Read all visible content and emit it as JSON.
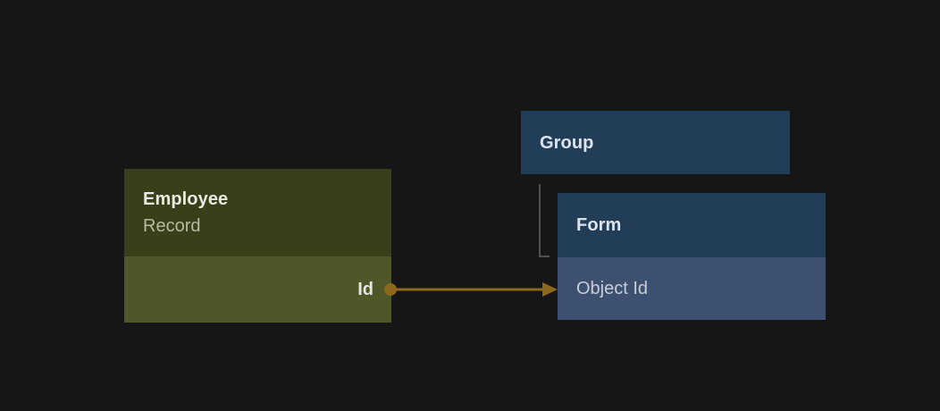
{
  "canvas": {
    "background": "#161617"
  },
  "diagram": {
    "nodes": [
      {
        "id": "employee-record",
        "title": "Employee",
        "subtitle": "Record",
        "fields": [
          {
            "label": "Id"
          }
        ],
        "colors": {
          "header": "#384019",
          "body": "#4d5728",
          "title": "#e9ebe2",
          "subtitle": "#b4bba2",
          "field": "#e5e7de"
        }
      },
      {
        "id": "group",
        "title": "Group",
        "colors": {
          "header": "#213d58",
          "title": "#dde3eb"
        }
      },
      {
        "id": "form",
        "title": "Form",
        "fields": [
          {
            "label": "Object Id"
          }
        ],
        "colors": {
          "header": "#213d58",
          "body": "#3d5070",
          "title": "#dde3eb",
          "field": "#c8ced7"
        }
      }
    ],
    "edges": [
      {
        "id": "id-to-object-id",
        "from": "Employee Record / Id",
        "to": "Form / Object Id",
        "style": "straight-arrow-with-source-dot",
        "color": "#8c681d"
      },
      {
        "id": "group-to-form",
        "from": "Group",
        "to": "Form",
        "style": "elbow",
        "color": "#515153"
      }
    ]
  }
}
